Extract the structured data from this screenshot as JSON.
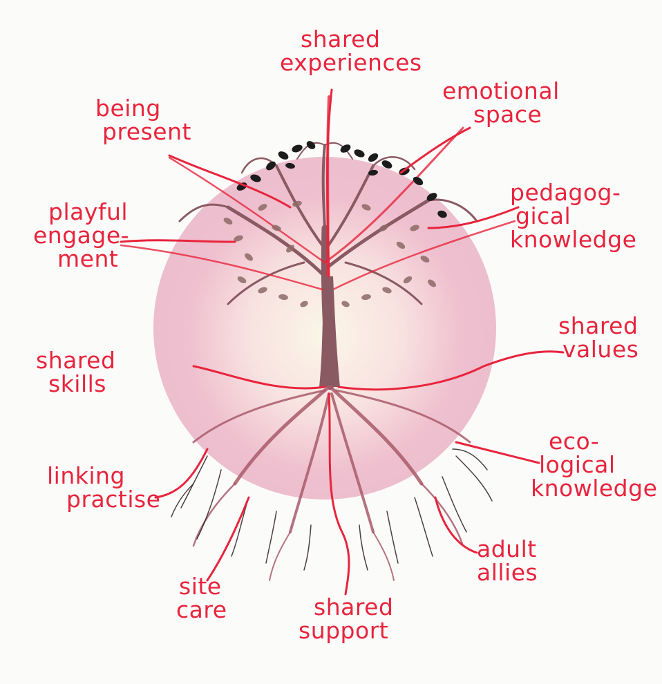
{
  "labels": {
    "shared_experiences": [
      "shared",
      "experiences"
    ],
    "emotional_space": [
      "emotional",
      "space"
    ],
    "being_present": [
      "being",
      "present"
    ],
    "pedagogical_knowledge": [
      "pedagog-",
      "gical",
      "knowledge"
    ],
    "playful_engagement": [
      "playful",
      "engage-",
      "ment"
    ],
    "shared_skills": [
      "shared",
      "skills"
    ],
    "shared_values": [
      "shared",
      "values"
    ],
    "linking_practise": [
      "linking",
      "practise"
    ],
    "ecological_knowledge": [
      "eco-",
      "logical",
      "knowledge"
    ],
    "adult_allies": [
      "adult",
      "allies"
    ],
    "site_care": [
      "site",
      "care"
    ],
    "shared_support": [
      "shared",
      "support"
    ]
  },
  "colors": {
    "ink": "#e8243c",
    "root_dark": "#2a1e1e",
    "trunk": "#8a5a62",
    "halo": "#f2c4d2",
    "leaf_dark": "#1c1c1c",
    "leaf_brown": "#8c6a66"
  }
}
